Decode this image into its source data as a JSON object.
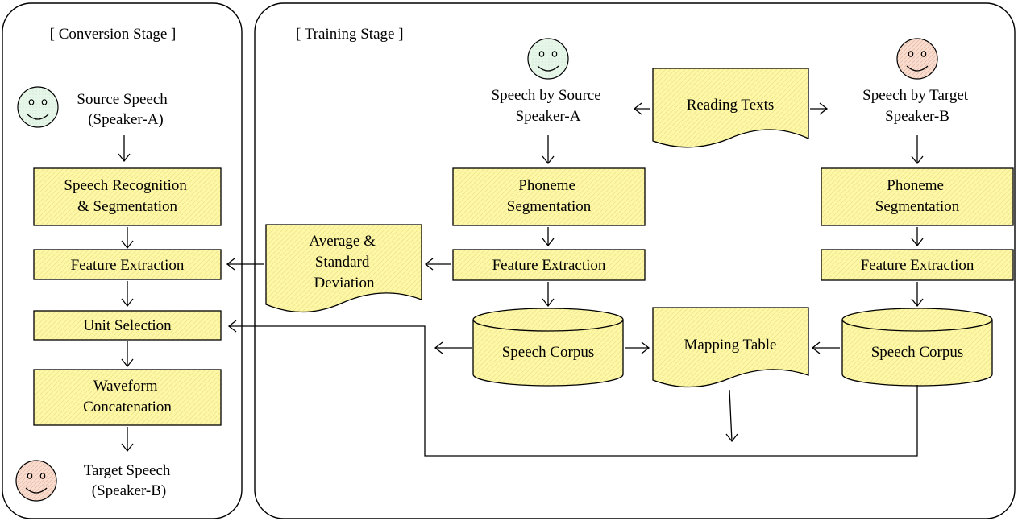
{
  "conversion_stage": {
    "title": "[ Conversion Stage ]",
    "source_speech": [
      "Source Speech",
      "(Speaker-A)"
    ],
    "speech_recognition": [
      "Speech Recognition",
      "& Segmentation"
    ],
    "feature_extraction": "Feature Extraction",
    "unit_selection": "Unit Selection",
    "waveform_concatenation": [
      "Waveform",
      "Concatenation"
    ],
    "target_speech": [
      "Target Speech",
      "(Speaker-B)"
    ]
  },
  "training_stage": {
    "title": "[ Training Stage ]",
    "speech_source": [
      "Speech by Source",
      "Speaker-A"
    ],
    "reading_texts": "Reading Texts",
    "speech_target": [
      "Speech by Target",
      "Speaker-B"
    ],
    "phoneme_seg_a": [
      "Phoneme",
      "Segmentation"
    ],
    "phoneme_seg_b": [
      "Phoneme",
      "Segmentation"
    ],
    "feature_extraction_a": "Feature Extraction",
    "feature_extraction_b": "Feature Extraction",
    "avg_std": [
      "Average &",
      "Standard",
      "Deviation"
    ],
    "speech_corpus_a": "Speech Corpus",
    "speech_corpus_b": "Speech Corpus",
    "mapping_table": "Mapping Table"
  },
  "colors": {
    "box_fill": "#fdf7a6",
    "smiley_source": "#e6f6e8",
    "smiley_target": "#f8ddd0",
    "stroke": "#000000"
  },
  "icons": {
    "source_speaker": "smiley-face-icon",
    "target_speaker": "smiley-face-icon"
  }
}
